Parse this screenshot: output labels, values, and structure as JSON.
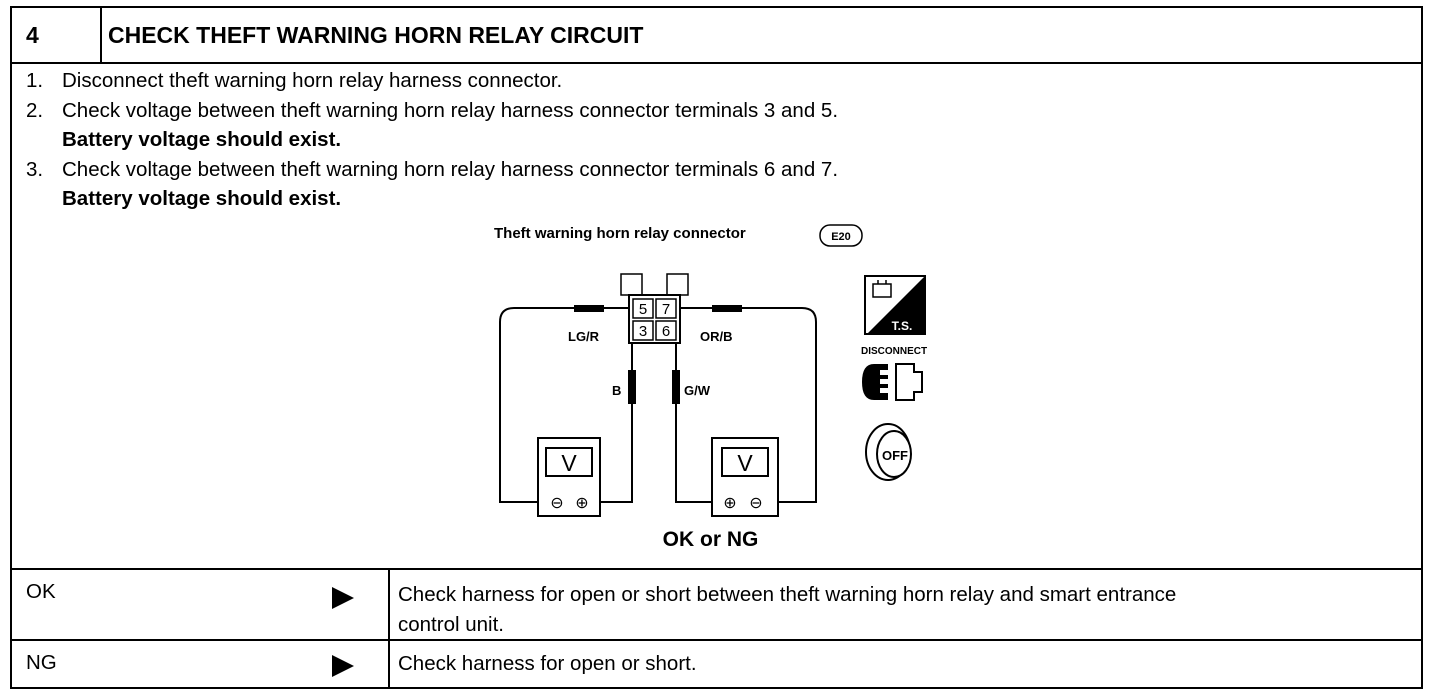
{
  "step": {
    "number": "4",
    "title": "CHECK THEFT WARNING HORN RELAY CIRCUIT"
  },
  "instructions": [
    {
      "n": "1.",
      "text": "Disconnect theft warning horn relay harness connector."
    },
    {
      "n": "2.",
      "text": "Check voltage between theft warning horn relay harness connector terminals 3 and 5."
    },
    {
      "expect": "Battery voltage should exist."
    },
    {
      "n": "3.",
      "text": "Check voltage between theft warning horn relay harness connector terminals 6 and 7."
    },
    {
      "expect": "Battery voltage should exist."
    }
  ],
  "diagram": {
    "caption": "Theft warning horn relay connector",
    "connector_id": "E20",
    "terminals": {
      "t5": "5",
      "t7": "7",
      "t3": "3",
      "t6": "6"
    },
    "wires": {
      "lgr": "LG/R",
      "orb": "OR/B",
      "b": "B",
      "gw": "G/W"
    },
    "meter_symbol": "V",
    "minus": "⊖",
    "plus": "⊕",
    "icons": {
      "ts_label": "T.S.",
      "disconnect_label": "DISCONNECT",
      "off_label": "OFF"
    }
  },
  "result_prompt": "OK or NG",
  "outcomes": [
    {
      "label": "OK",
      "action_line1": "Check harness for open or short between theft warning horn relay and smart entrance",
      "action_line2": "control unit."
    },
    {
      "label": "NG",
      "action_line1": "Check harness for open or short.",
      "action_line2": ""
    }
  ]
}
